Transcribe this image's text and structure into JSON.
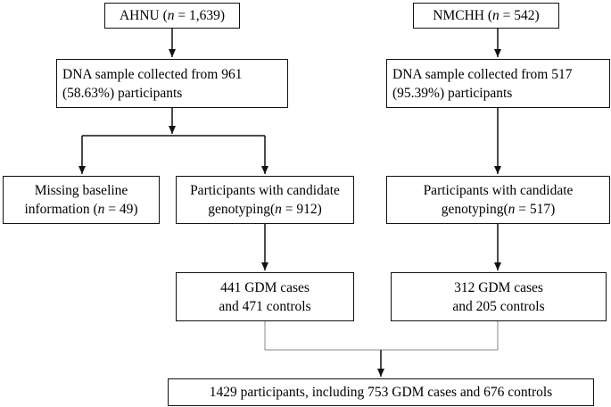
{
  "nodes": {
    "ahnu": {
      "prefix": "AHNU (",
      "var": "n",
      "suffix": " = 1,639)"
    },
    "nmchh": {
      "prefix": "NMCHH (",
      "var": "n",
      "suffix": " = 542)"
    },
    "dna_ahnu": {
      "line1": "DNA sample collected from 961",
      "line2": "(58.63%) participants"
    },
    "dna_nmchh": {
      "line1": "DNA sample collected from 517",
      "line2": "(95.39%) participants"
    },
    "missing": {
      "line1": "Missing baseline",
      "line2_prefix": "information (",
      "var": "n",
      "line2_suffix": " = 49)"
    },
    "geno_ahnu": {
      "line1": "Participants with candidate",
      "line2_prefix": "genotyping(",
      "var": "n",
      "line2_suffix": " = 912)"
    },
    "geno_nmchh": {
      "line1": "Participants with candidate",
      "line2_prefix": "genotyping(",
      "var": "n",
      "line2_suffix": " = 517)"
    },
    "cases_ahnu": {
      "line1": "441 GDM cases",
      "line2": "and 471 controls"
    },
    "cases_nmchh": {
      "line1": "312 GDM cases",
      "line2": "and 205 controls"
    },
    "total": {
      "text": "1429 participants, including 753 GDM cases and 676 controls"
    }
  }
}
